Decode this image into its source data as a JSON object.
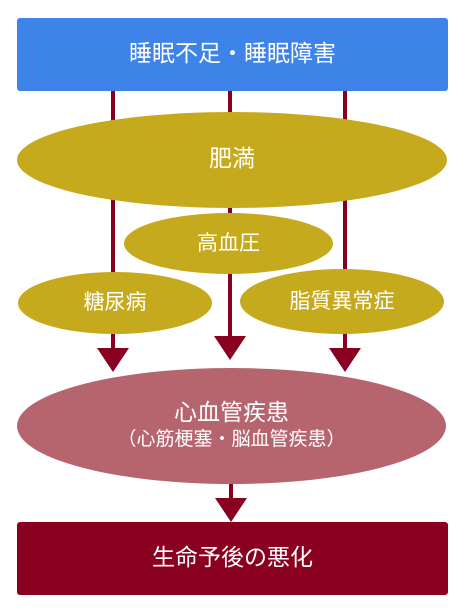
{
  "colors": {
    "top_box": "#3d83e8",
    "bottom_box": "#8a0020",
    "yellow": "#c6aa1e",
    "pink": "#b6656f",
    "arrow": "#8a0020"
  },
  "diagram": {
    "top": {
      "label": "睡眠不足・睡眠障害"
    },
    "obesity": {
      "label": "肥満"
    },
    "hypertension": {
      "label": "高血圧"
    },
    "diabetes": {
      "label": "糖尿病"
    },
    "dyslipidemia": {
      "label": "脂質異常症"
    },
    "cardio": {
      "label": "心血管疾患",
      "sublabel": "（心筋梗塞・脳血管疾患）"
    },
    "bottom": {
      "label": "生命予後の悪化"
    }
  }
}
